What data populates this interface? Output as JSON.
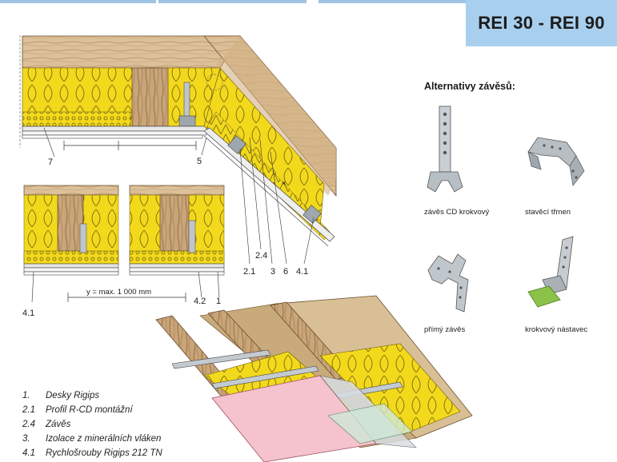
{
  "header": {
    "rating": "REI 30 - REI 90"
  },
  "callouts": {
    "n7": "7",
    "n5": "5",
    "n2_4": "2.4",
    "n2_1": "2.1",
    "n3": "3",
    "n6": "6",
    "n4_1_top": "4.1",
    "n4_1_left": "4.1",
    "n4_2": "4.2",
    "n1": "1",
    "spacing": "y = max. 1 000 mm"
  },
  "alternatives": {
    "title": "Alternativy závěsů:",
    "items": [
      {
        "label": "závěs CD krokvový",
        "icon": "cd-rafter-hanger-icon"
      },
      {
        "label": "stavěcí třmen",
        "icon": "adjustable-stirrup-icon"
      },
      {
        "label": "přímý závěs",
        "icon": "direct-hanger-icon"
      },
      {
        "label": "krokvový nástavec",
        "icon": "rafter-extension-icon"
      }
    ]
  },
  "legend": [
    {
      "num": "1.",
      "text": "Desky Rigips"
    },
    {
      "num": "2.1",
      "text": "Profil R-CD montážní"
    },
    {
      "num": "2.4",
      "text": "Závěs"
    },
    {
      "num": "3.",
      "text": "Izolace z minerálních vláken"
    },
    {
      "num": "4.1",
      "text": "Rychlošrouby Rigips 212 TN"
    }
  ],
  "colors": {
    "badge": "#a9cfee",
    "wood": "#d8b98a",
    "insulation": "#f2d81a",
    "board": "#f4c2cc",
    "metal": "#b9c0c6",
    "extension_tip": "#8bc34a"
  }
}
